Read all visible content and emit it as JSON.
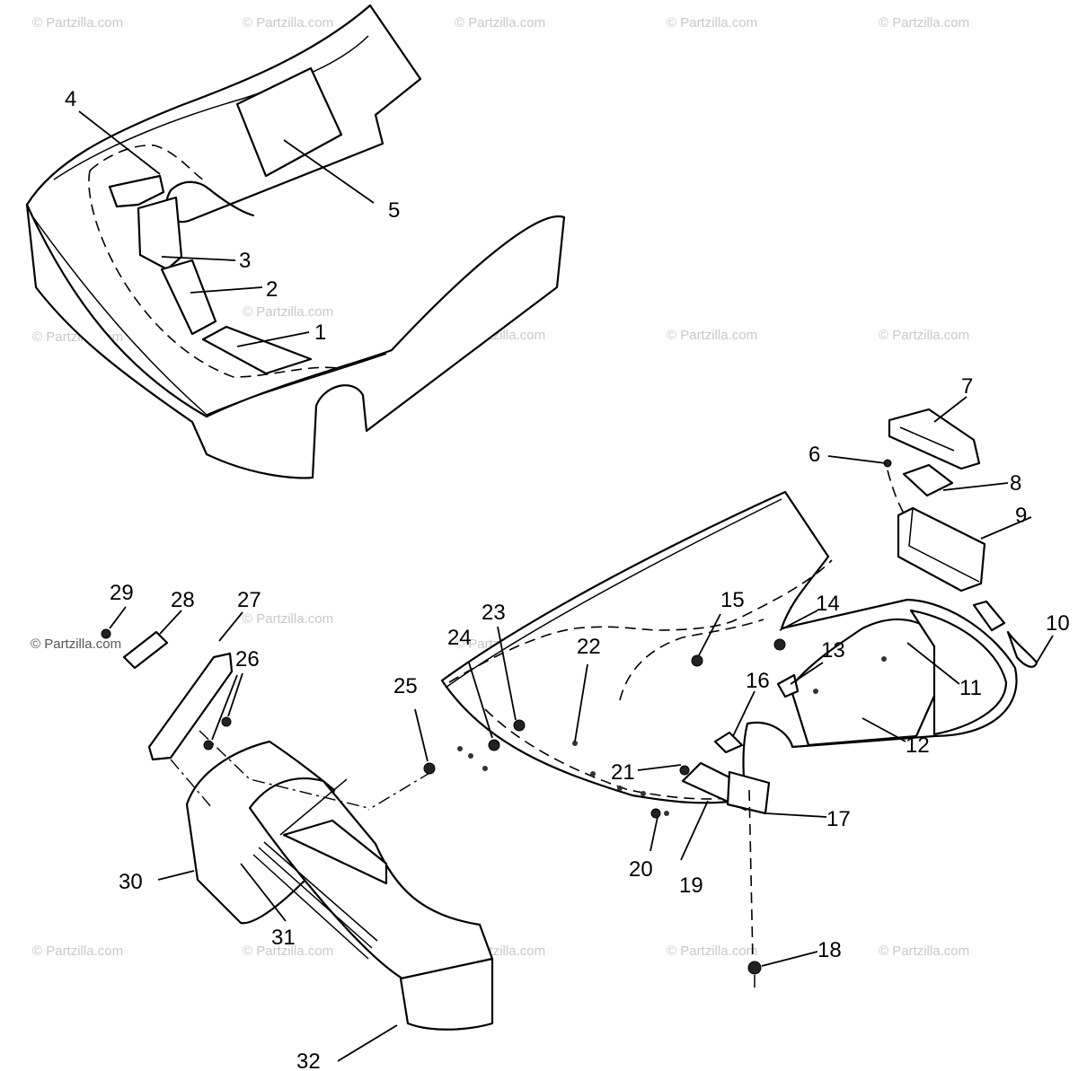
{
  "watermarks": {
    "site": "© Partzilla.com",
    "corner_label": "© Partzilla.com"
  },
  "callouts": [
    "1",
    "2",
    "3",
    "4",
    "5",
    "6",
    "7",
    "8",
    "9",
    "10",
    "11",
    "12",
    "13",
    "14",
    "15",
    "16",
    "17",
    "18",
    "19",
    "20",
    "21",
    "22",
    "23",
    "24",
    "25",
    "26",
    "27",
    "28",
    "29",
    "30",
    "31",
    "32"
  ],
  "colors": {
    "line": "#000000",
    "background": "#ffffff",
    "watermark": "#c8c8c8"
  }
}
